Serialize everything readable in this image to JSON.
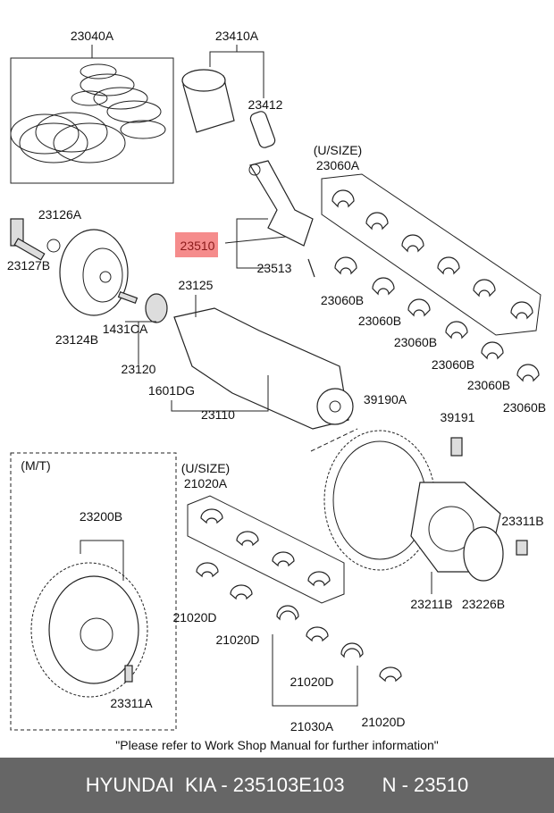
{
  "diagram": {
    "highlighted_part": "23510",
    "highlight_color": "#f48080",
    "labels": {
      "p23040A": "23040A",
      "p23410A": "23410A",
      "p23412": "23412",
      "usize1": "(U/SIZE)",
      "p23060A": "23060A",
      "p23126A": "23126A",
      "p23510": "23510",
      "p23127B": "23127B",
      "p23513": "23513",
      "p23125": "23125",
      "p23060B": "23060B",
      "p1431CA": "1431CA",
      "p23124B": "23124B",
      "p23120": "23120",
      "p1601DG": "1601DG",
      "p39190A": "39190A",
      "p23110": "23110",
      "p39191": "39191",
      "mt": "(M/T)",
      "usize2": "(U/SIZE)",
      "p21020A": "21020A",
      "p23200B": "23200B",
      "p23311B": "23311B",
      "p21020D": "21020D",
      "p23211B": "23211B",
      "p23226B": "23226B",
      "p23311A": "23311A",
      "p21030A": "21030A"
    }
  },
  "note": "\"Please refer to Work Shop Manual for further information\"",
  "footer": {
    "brand_part": "HYUNDAI  KIA - 235103E103",
    "number": "N - 23510"
  }
}
